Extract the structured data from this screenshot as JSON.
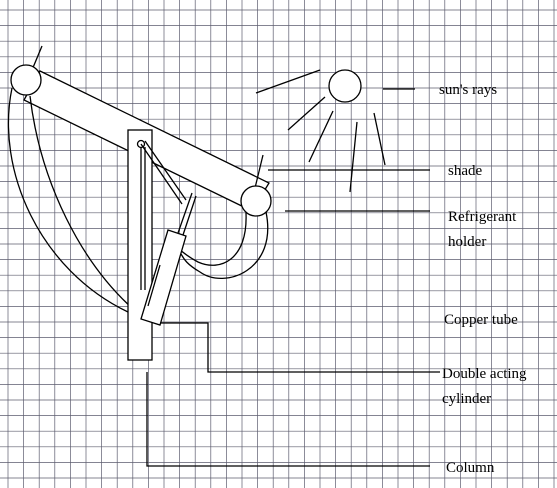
{
  "diagram": {
    "labels": {
      "sun_rays": "sun's rays",
      "shade": "shade",
      "refrigerant_line1": "Refrigerant",
      "refrigerant_line2": "holder",
      "copper_tube": "Copper tube",
      "cylinder_line1": "Double acting",
      "cylinder_line2": "cylinder",
      "column": "Column"
    },
    "colors": {
      "background": "#ffffff",
      "grid": "#5c5c6e",
      "ink": "#000000"
    }
  }
}
